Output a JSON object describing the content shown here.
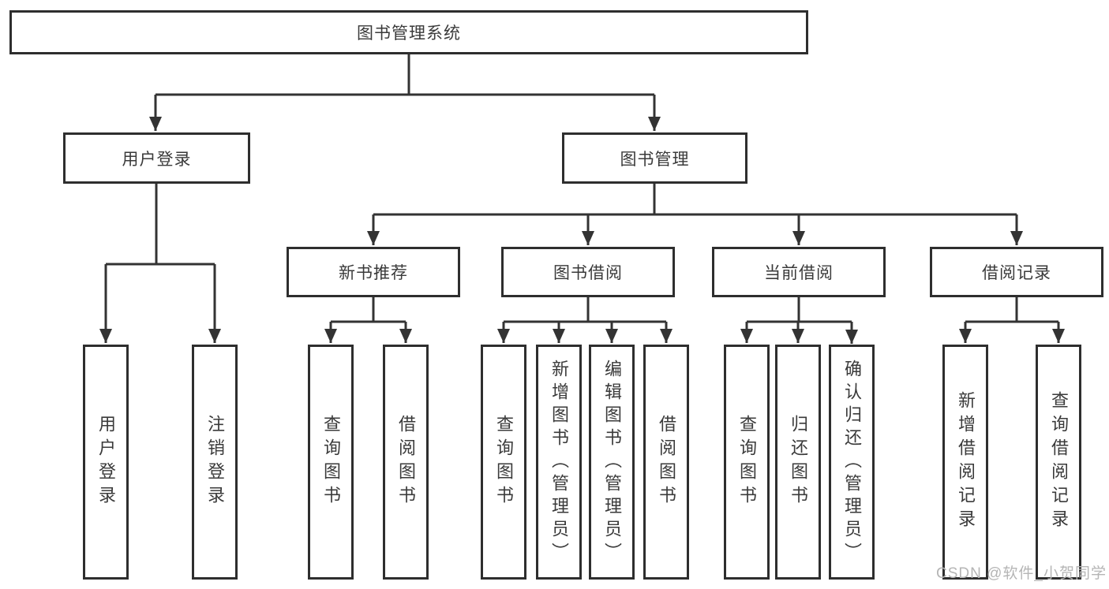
{
  "tree": {
    "root": {
      "label": "图书管理系统"
    },
    "branches": [
      {
        "label": "用户登录",
        "children": [
          {
            "label": "用户登录"
          },
          {
            "label": "注销登录"
          }
        ]
      },
      {
        "label": "图书管理",
        "sections": [
          {
            "label": "新书推荐",
            "children": [
              {
                "label": "查询图书"
              },
              {
                "label": "借阅图书"
              }
            ]
          },
          {
            "label": "图书借阅",
            "children": [
              {
                "label": "查询图书"
              },
              {
                "label": "新增图书（管理员）"
              },
              {
                "label": "编辑图书（管理员）"
              },
              {
                "label": "借阅图书"
              }
            ]
          },
          {
            "label": "当前借阅",
            "children": [
              {
                "label": "查询图书"
              },
              {
                "label": "归还图书"
              },
              {
                "label": "确认归还（管理员）"
              }
            ]
          },
          {
            "label": "借阅记录",
            "children": [
              {
                "label": "新增借阅记录"
              },
              {
                "label": "查询借阅记录"
              }
            ]
          }
        ]
      }
    ]
  },
  "watermark": {
    "text": "CSDN @软件_小贺同学"
  },
  "colors": {
    "line": "#333333",
    "box_border": "#2e2e2e",
    "text": "#3a3a3a",
    "watermark": "#b5b5b5",
    "background": "#ffffff"
  }
}
